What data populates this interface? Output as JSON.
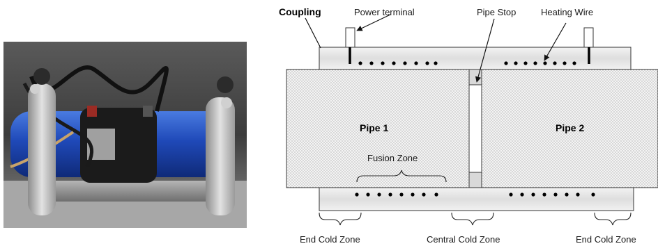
{
  "labels": {
    "coupling": "Coupling",
    "power_terminal": "Power terminal",
    "pipe_stop": "Pipe Stop",
    "heating_wire": "Heating Wire",
    "pipe1": "Pipe 1",
    "pipe2": "Pipe 2",
    "fusion_zone": "Fusion Zone",
    "end_cold_zone_left": "End Cold Zone",
    "central_cold_zone": "Central Cold Zone",
    "end_cold_zone_right": "End Cold Zone"
  },
  "colors": {
    "photo_background": "#4a4a4a",
    "pipe_blue": "#1f49b8",
    "coupling_black": "#1b1b1b",
    "clamp_silver": "#c9c9c9",
    "coupling_fill": "#e6e6e6",
    "pipe_fill": "#f2f2f2"
  }
}
